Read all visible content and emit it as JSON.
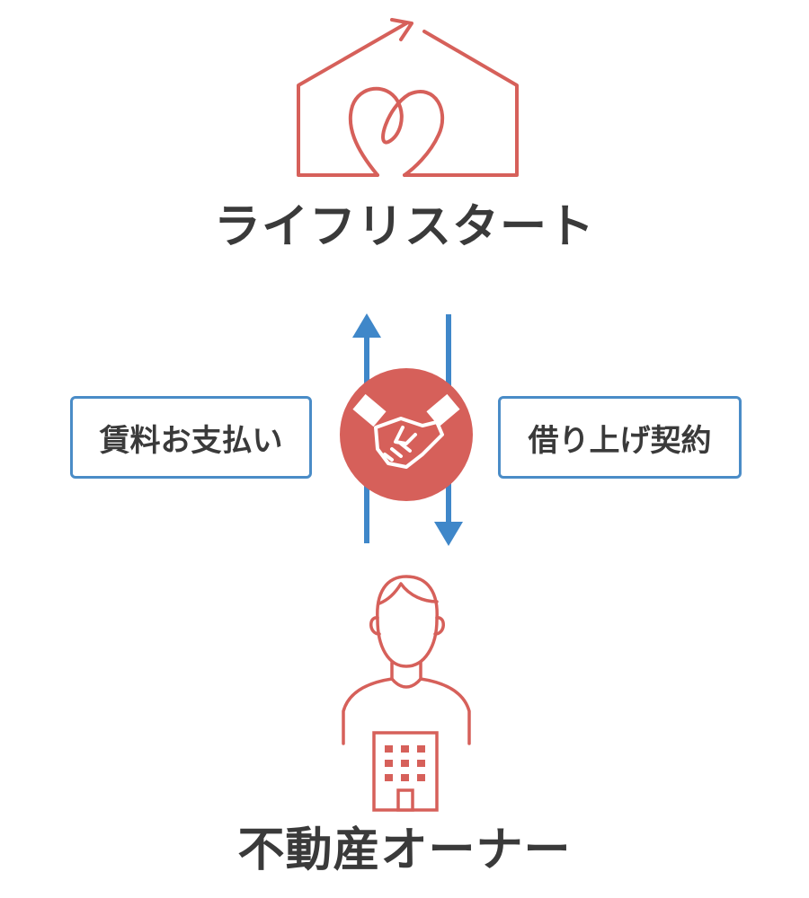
{
  "company": {
    "name": "ライフリスタート",
    "logo_icon": "house-heart-arrow-icon"
  },
  "owner": {
    "name": "不動産オーナー",
    "icon": "person-building-icon"
  },
  "flows": {
    "left_label": "賃料お支払い",
    "right_label": "借り上げ契約",
    "left_direction": "up",
    "right_direction": "down"
  },
  "center_icon": "handshake-icon",
  "colors": {
    "brand_red": "#d6605a",
    "arrow_blue": "#3f87c9",
    "text_dark": "#3a3a3a",
    "box_border": "#4a8cc7"
  }
}
